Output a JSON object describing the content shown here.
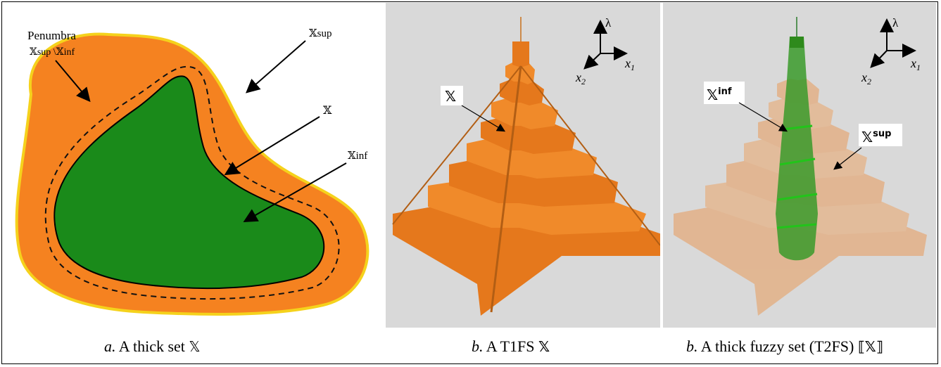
{
  "panel_a": {
    "penumbra_label": "Penumbra",
    "penumbra_expr": "𝕏sup \\𝕏inf",
    "label_sup": "𝕏sup",
    "label_set": "𝕏",
    "label_inf": "𝕏inf",
    "caption_letter": "a.",
    "caption_text": "A thick set",
    "caption_symbol": "𝕏"
  },
  "panel_b": {
    "label_set": "𝕏",
    "axis_lambda": "λ",
    "axis_x1": "x",
    "axis_x1_sub": "1",
    "axis_x2": "x",
    "axis_x2_sub": "2",
    "caption_letter": "b.",
    "caption_text": "A T1FS",
    "caption_symbol": "𝕏"
  },
  "panel_c": {
    "label_inf_base": "𝕏",
    "label_inf_sup": "inf",
    "label_sup_base": "𝕏",
    "label_sup_sup": "sup",
    "axis_lambda": "λ",
    "axis_x1": "x",
    "axis_x1_sub": "1",
    "axis_x2": "x",
    "axis_x2_sub": "2",
    "caption_letter": "b.",
    "caption_text": "A thick fuzzy set (T2FS)",
    "caption_symbol": "⟦𝕏⟧"
  },
  "colors": {
    "orange": "#f58220",
    "green": "#1a8a1a",
    "yellow_border": "#f5d21c",
    "panel_bg": "#d9d9d9"
  }
}
